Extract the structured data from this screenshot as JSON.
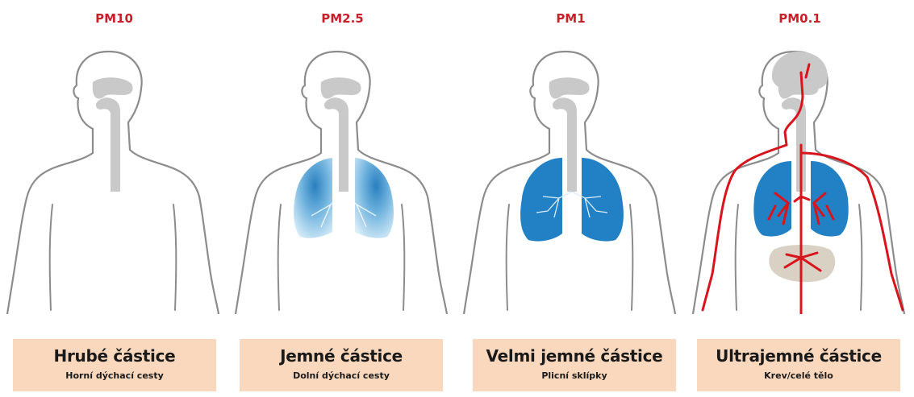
{
  "panels": [
    {
      "title": "PM10",
      "caption": "Hrubé částice",
      "subcaption": "Horní dýchací cesty"
    },
    {
      "title": "PM2.5",
      "caption": "Jemné částice",
      "subcaption": "Dolní dýchací cesty"
    },
    {
      "title": "PM1",
      "caption": "Velmi jemné částice",
      "subcaption": "Plicní sklípky"
    },
    {
      "title": "PM0.1",
      "caption": "Ultrajemné částice",
      "subcaption": "Krev/celé tělo"
    }
  ],
  "colors": {
    "title": "#c8202a",
    "caption_bg": "#fad8bd",
    "outline": "#8c8c8c",
    "airway": "#c9c9c9",
    "lung_light": "#bfe0f2",
    "lung_dark": "#2181c4",
    "blood": "#d8141c",
    "organ": "#d8d1c4"
  }
}
